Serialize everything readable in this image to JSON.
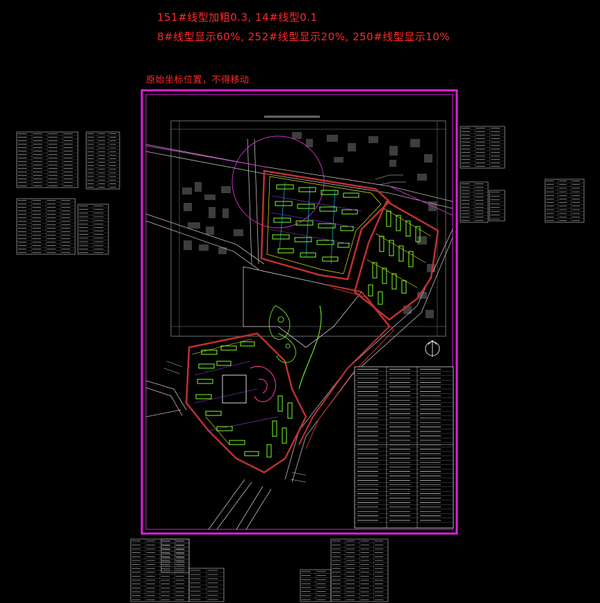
{
  "annotations": {
    "line1": "151#线型加粗0.3, 14#线型0.1",
    "line2": "8#线型显示60%, 252#线型显示20%, 250#线型显示10%",
    "origin_note": "原始坐标位置，不得移动"
  },
  "colors": {
    "background": "#000000",
    "annotation_red": "#ff2a2a",
    "frame_magenta": "#e01ee0",
    "building_green": "#7dff2a",
    "building_yellow": "#e8e800",
    "road_red": "#c03030",
    "line_white": "#d8d8d8",
    "line_grey": "#6a6a6a",
    "accent_cyan": "#20d8ff",
    "accent_purple": "#a040ff"
  }
}
